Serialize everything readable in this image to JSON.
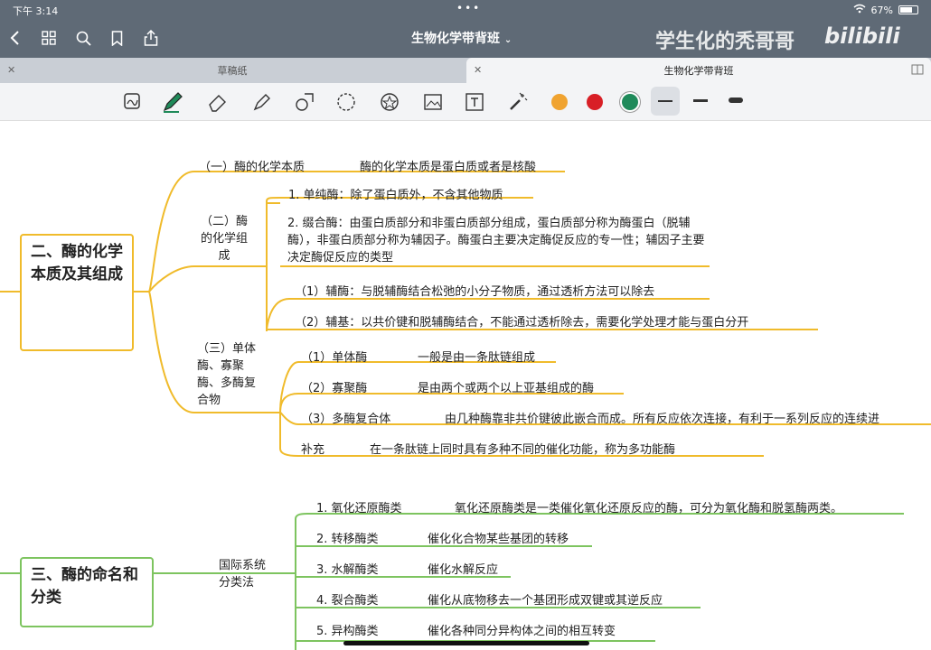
{
  "status": {
    "time": "下午 3:14",
    "battery": "67%"
  },
  "nav": {
    "title": "生物化学带背班",
    "watermark": "学生化的秃哥哥",
    "logo": "bilibili"
  },
  "tabs": [
    {
      "label": "草稿纸"
    },
    {
      "label": "生物化学带背班"
    }
  ],
  "colors": {
    "orange": "#f0a330",
    "red": "#d81f26",
    "green": "#1f8a5a",
    "yellow_branch": "#f0bb2b",
    "green_branch": "#7dc45f"
  },
  "map": {
    "sec2": {
      "title": "二、酶的化学本质及其组成",
      "b1_label": "（一）酶的化学本质",
      "b1_desc": "酶的化学本质是蛋白质或者是核酸",
      "b2_label": "（二）酶的化学组成",
      "b2_l1": "1. 单纯酶：除了蛋白质外，不含其他物质",
      "b2_l2": "2. 缀合酶：由蛋白质部分和非蛋白质部分组成，蛋白质部分称为酶蛋白（脱辅酶），非蛋白质部分称为辅因子。酶蛋白主要决定酶促反应的专一性；辅因子主要决定酶促反应的类型",
      "b2_l3": "（1）辅酶：与脱辅酶结合松弛的小分子物质，通过透析方法可以除去",
      "b2_l4": "（2）辅基：以共价键和脱辅酶结合，不能通过透析除去，需要化学处理才能与蛋白分开",
      "b3_label": "（三）单体酶、寡聚酶、多酶复合物",
      "b3_r1_label": "（1）单体酶",
      "b3_r1_desc": "一般是由一条肽链组成",
      "b3_r2_label": "（2）寡聚酶",
      "b3_r2_desc": "是由两个或两个以上亚基组成的酶",
      "b3_r3_label": "（3）多酶复合体",
      "b3_r3_desc": "由几种酶靠非共价键彼此嵌合而成。所有反应依次连接，有利于一系列反应的连续进",
      "b3_r4_label": "补充",
      "b3_r4_desc": "在一条肽链上同时具有多种不同的催化功能，称为多功能酶"
    },
    "sec3": {
      "title": "三、酶的命名和分类",
      "branch_label": "国际系统分类法",
      "r1_label": "1. 氧化还原酶类",
      "r1_desc": "氧化还原酶类是一类催化氧化还原反应的酶，可分为氧化酶和脱氢酶两类。",
      "r2_label": "2. 转移酶类",
      "r2_desc": "催化化合物某些基团的转移",
      "r3_label": "3. 水解酶类",
      "r3_desc": "催化水解反应",
      "r4_label": "4. 裂合酶类",
      "r4_desc": "催化从底物移去一个基团形成双键或其逆反应",
      "r5_label": "5. 异构酶类",
      "r5_desc": "催化各种同分异构体之间的相互转变"
    }
  }
}
